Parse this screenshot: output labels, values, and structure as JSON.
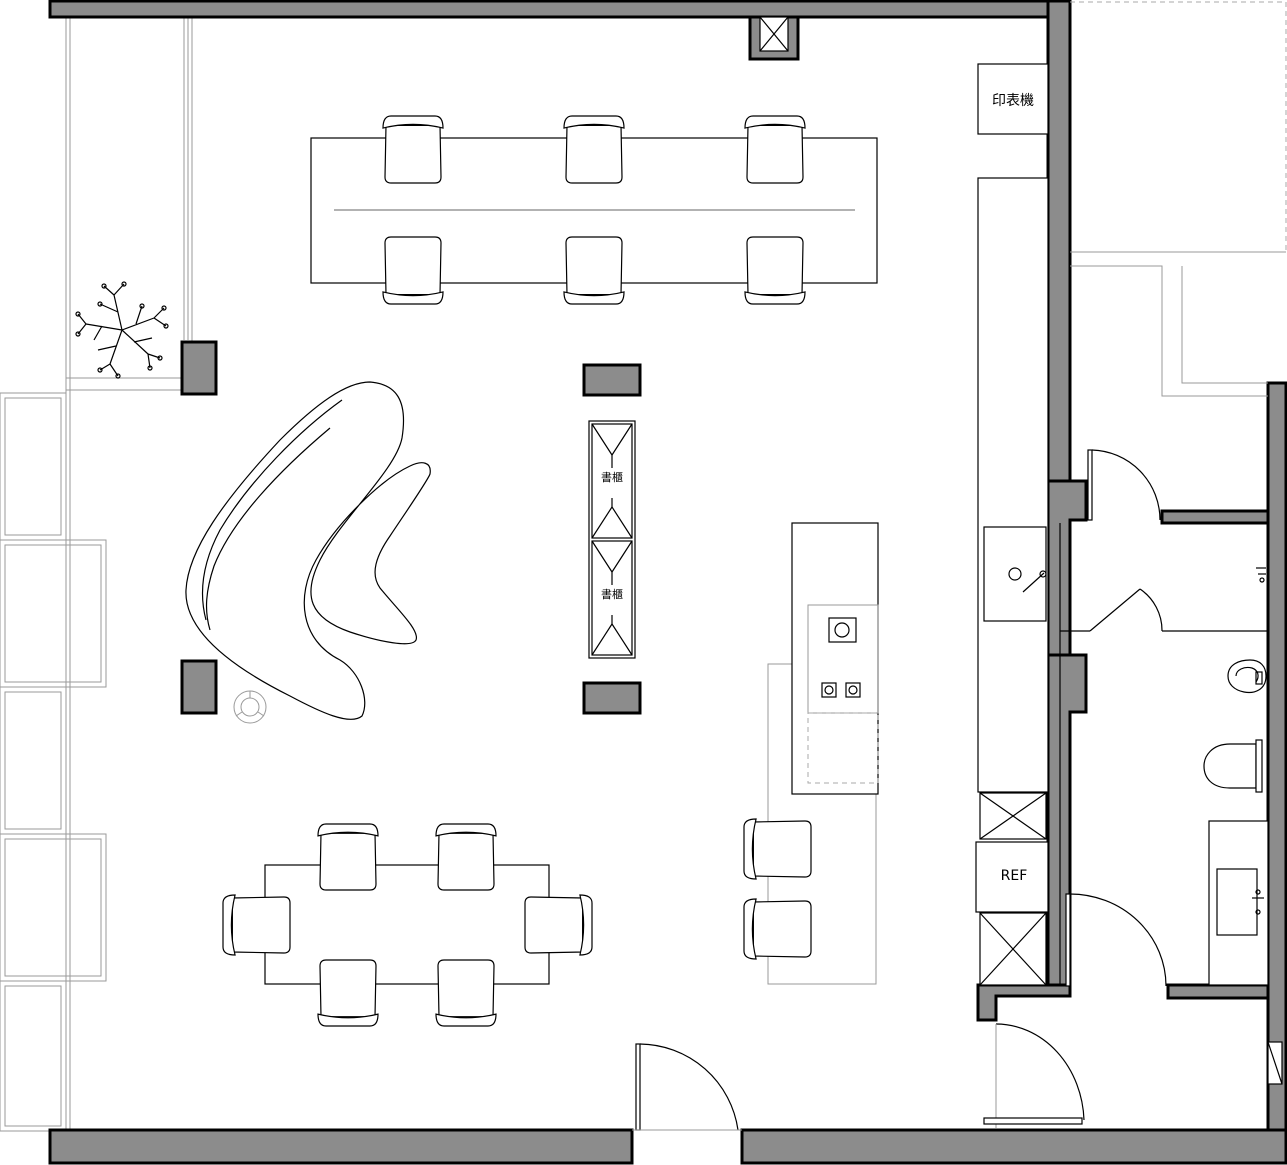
{
  "labels": {
    "printer": "印表機",
    "bookshelf_top": "書櫃",
    "bookshelf_bottom": "書櫃",
    "refrigerator": "REF"
  }
}
